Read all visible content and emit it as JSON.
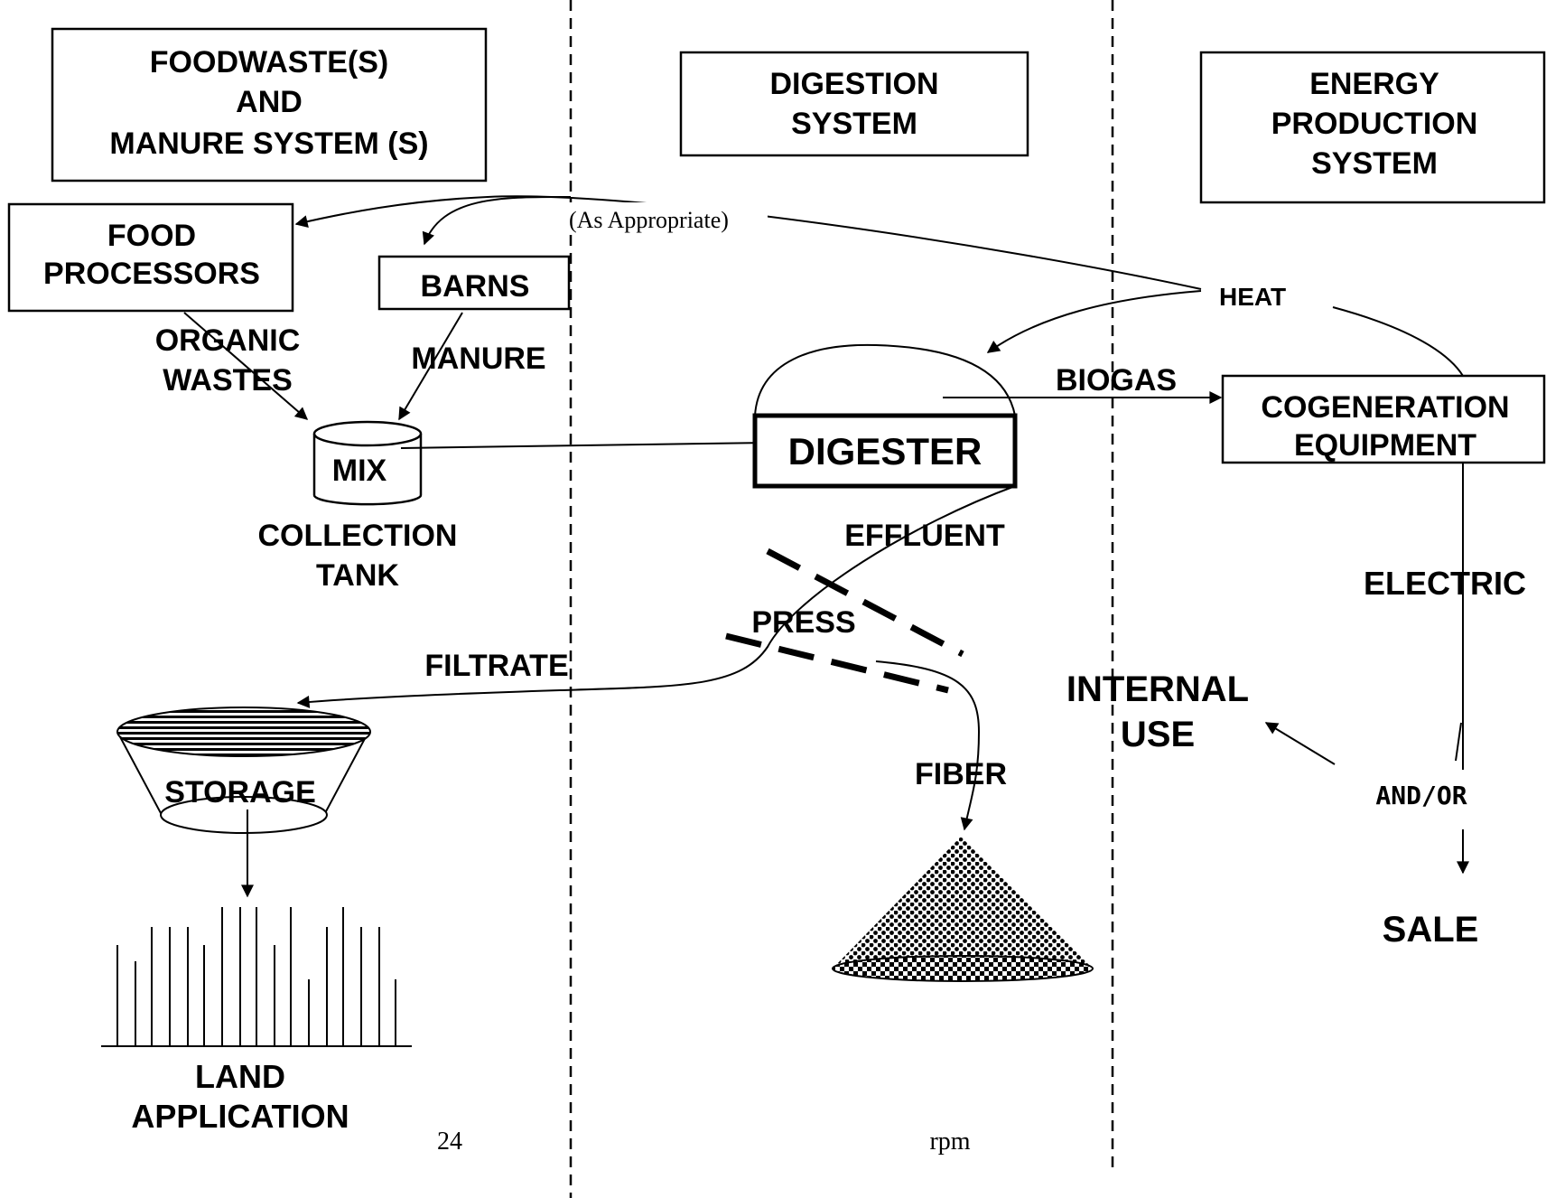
{
  "headers": {
    "foodwaste": [
      "FOODWASTE(S)",
      "AND",
      "MANURE SYSTEM (S)"
    ],
    "digestion": [
      "DIGESTION",
      "SYSTEM"
    ],
    "energy": [
      "ENERGY",
      "PRODUCTION",
      "SYSTEM"
    ]
  },
  "nodes": {
    "food_processors": [
      "FOOD",
      "PROCESSORS"
    ],
    "barns": "BARNS",
    "mix": "MIX",
    "collection_tank": [
      "COLLECTION",
      "TANK"
    ],
    "digester": "DIGESTER",
    "cogeneration": [
      "COGENERATION",
      "EQUIPMENT"
    ],
    "storage": "STORAGE",
    "land_application": [
      "LAND",
      "APPLICATION"
    ],
    "internal_use": [
      "INTERNAL",
      "USE"
    ],
    "sale": "SALE"
  },
  "edge_labels": {
    "as_appropriate": "(As Appropriate)",
    "heat": "HEAT",
    "organic_wastes": [
      "ORGANIC",
      "WASTES"
    ],
    "manure": "MANURE",
    "biogas": "BIOGAS",
    "effluent": "EFFLUENT",
    "press": "PRESS",
    "filtrate": "FILTRATE",
    "fiber": "FIBER",
    "electric": "ELECTRIC",
    "and_or": "AND/OR"
  },
  "footer": {
    "page_number": "24",
    "rpm": "rpm"
  }
}
